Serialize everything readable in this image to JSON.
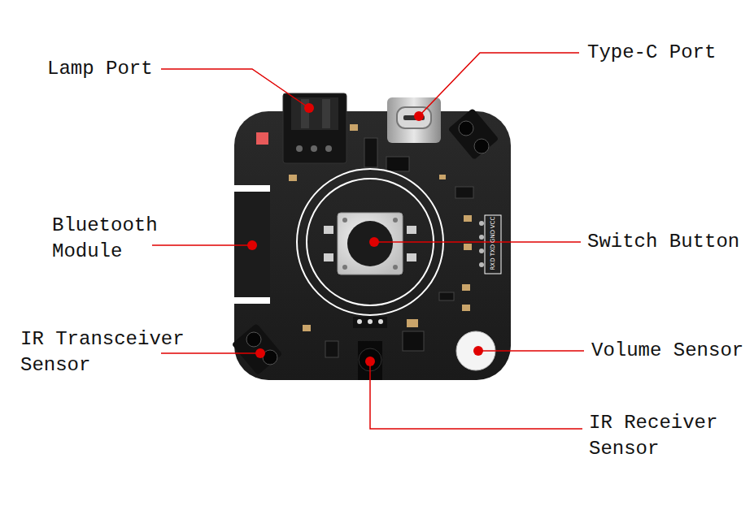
{
  "diagram": {
    "labels": [
      "Lamp Port",
      "Type-C Port",
      "Bluetooth Module",
      "Switch Button",
      "IR Transceiver Sensor",
      "Volume Sensor",
      "IR Receiver Sensor",
      "RXD",
      "TXD",
      "GND",
      "VCC"
    ]
  }
}
